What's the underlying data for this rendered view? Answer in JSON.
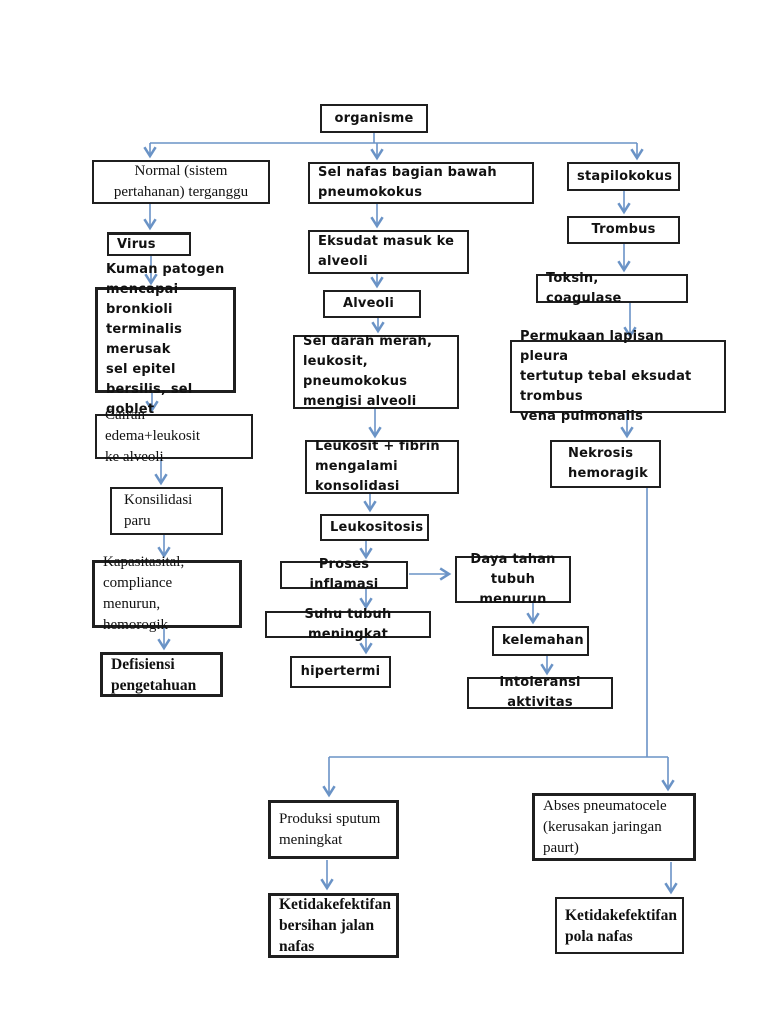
{
  "diagram": {
    "colors": {
      "arrow_blue": "#6a93c6",
      "box_border": "#1f1f1f",
      "text": "#111111",
      "background": "#ffffff"
    },
    "nodes": {
      "organisme": {
        "label": "organisme"
      },
      "normal": {
        "label": "Normal  (sistem\npertahanan) terganggu"
      },
      "virus": {
        "label": "Virus"
      },
      "kuman": {
        "label": "Kuman patogen\nmencapai bronkioli\nterminalis merusak\nsel epitel bersilis, sel\ngoblet"
      },
      "cairan": {
        "label": "Cairan edema+leukosit\nke alveoli"
      },
      "konsilidasi": {
        "label": "Konsilidasi\nparu"
      },
      "kapasitas": {
        "label": "Kapasitasital,\ncompliance menurun,\nhemorogik"
      },
      "defisiensi": {
        "label": "Defisiensi\npengetahuan"
      },
      "sel_nafas": {
        "label": "Sel nafas bagian bawah\npneumokokus"
      },
      "eksudat": {
        "label": "Eksudat masuk ke\nalveoli"
      },
      "alveoli": {
        "label": "Alveoli"
      },
      "sel_darah": {
        "label": "Sel darah merah,\nleukosit, pneumokokus\nmengisi alveoli"
      },
      "leukosit_fibrin": {
        "label": "Leukosit + fibrin\nmengalami konsolidasi"
      },
      "leukositosis": {
        "label": "Leukositosis"
      },
      "proses": {
        "label": "Proses inflamasi"
      },
      "daya": {
        "label": "Daya tahan\ntubuh menurun"
      },
      "suhu": {
        "label": "Suhu tubuh meningkat"
      },
      "hipertermi": {
        "label": "hipertermi"
      },
      "kelemahan": {
        "label": "kelemahan"
      },
      "intoleransi": {
        "label": "Intoleransi aktivitas"
      },
      "stapilokokus": {
        "label": "stapilokokus"
      },
      "trombus": {
        "label": "Trombus"
      },
      "toksin": {
        "label": "Toksin, coagulase"
      },
      "permukaan": {
        "label": "Permukaan lapisan pleura\ntertutup tebal eksudat trombus\nvena pulmonalis"
      },
      "nekrosis": {
        "label": "Nekrosis\nhemoragik"
      },
      "produksi": {
        "label": "Produksi sputum\nmeningkat"
      },
      "ketidak_bersihan": {
        "label": "Ketidakefektifan\nbersihan jalan\nnafas"
      },
      "abses": {
        "label": "Abses pneumatocele\n(kerusakan jaringan\npaurt)"
      },
      "ketidak_pola": {
        "label": "Ketidakefektifan\npola nafas"
      }
    },
    "edges": [
      {
        "from": "organisme",
        "to": "normal"
      },
      {
        "from": "organisme",
        "to": "sel_nafas"
      },
      {
        "from": "organisme",
        "to": "stapilokokus"
      },
      {
        "from": "normal",
        "to": "virus"
      },
      {
        "from": "virus",
        "to": "kuman"
      },
      {
        "from": "kuman",
        "to": "cairan"
      },
      {
        "from": "cairan",
        "to": "konsilidasi"
      },
      {
        "from": "konsilidasi",
        "to": "kapasitas"
      },
      {
        "from": "kapasitas",
        "to": "defisiensi"
      },
      {
        "from": "sel_nafas",
        "to": "eksudat"
      },
      {
        "from": "eksudat",
        "to": "alveoli"
      },
      {
        "from": "alveoli",
        "to": "sel_darah"
      },
      {
        "from": "sel_darah",
        "to": "leukosit_fibrin"
      },
      {
        "from": "leukosit_fibrin",
        "to": "leukositosis"
      },
      {
        "from": "leukositosis",
        "to": "proses"
      },
      {
        "from": "proses",
        "to": "daya"
      },
      {
        "from": "proses",
        "to": "suhu"
      },
      {
        "from": "suhu",
        "to": "hipertermi"
      },
      {
        "from": "daya",
        "to": "kelemahan"
      },
      {
        "from": "kelemahan",
        "to": "intoleransi"
      },
      {
        "from": "stapilokokus",
        "to": "trombus"
      },
      {
        "from": "trombus",
        "to": "toksin"
      },
      {
        "from": "toksin",
        "to": "permukaan"
      },
      {
        "from": "permukaan",
        "to": "nekrosis"
      },
      {
        "from": "nekrosis",
        "to": "produksi"
      },
      {
        "from": "nekrosis",
        "to": "abses"
      },
      {
        "from": "produksi",
        "to": "ketidak_bersihan"
      },
      {
        "from": "abses",
        "to": "ketidak_pola"
      }
    ]
  }
}
